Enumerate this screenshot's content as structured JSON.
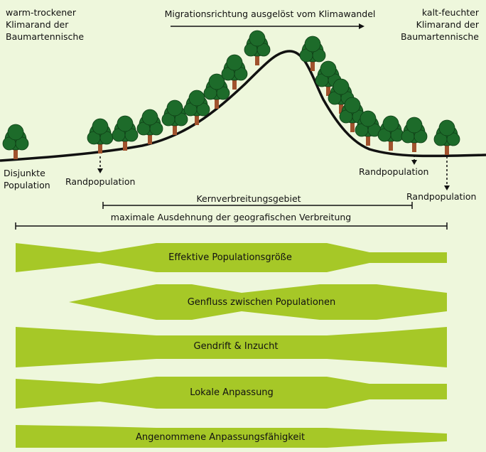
{
  "labels": {
    "warm_edge": "warm-trockener\nKlimarand der\nBaumartennische",
    "cold_edge": "kalt-feuchter\nKlimarand der\nBaumartennische",
    "migration": "Migrationsrichtung ausgelöst vom Klimawandel",
    "disjunct": "Disjunkte\nPopulation",
    "edge_pop_left": "Randpopulation",
    "edge_pop_right_upper": "Randpopulation",
    "edge_pop_right_lower": "Randpopulation",
    "core_range": "Kernverbreitungsgebiet",
    "max_range": "maximale Ausdehnung der geografischen Verbreitung"
  },
  "bands": [
    {
      "label": "Effektive Populationsgröße"
    },
    {
      "label": "Genfluss zwischen Populationen"
    },
    {
      "label": "Gendrift & Inzucht"
    },
    {
      "label": "Lokale Anpassung"
    },
    {
      "label": "Angenommene Anpassungsfähigkeit"
    }
  ],
  "colors": {
    "background": "#eef7dc",
    "band": "#a6c827",
    "tree_crown": "#1d6b2a",
    "tree_trunk": "#a0522d",
    "line": "#111111"
  }
}
